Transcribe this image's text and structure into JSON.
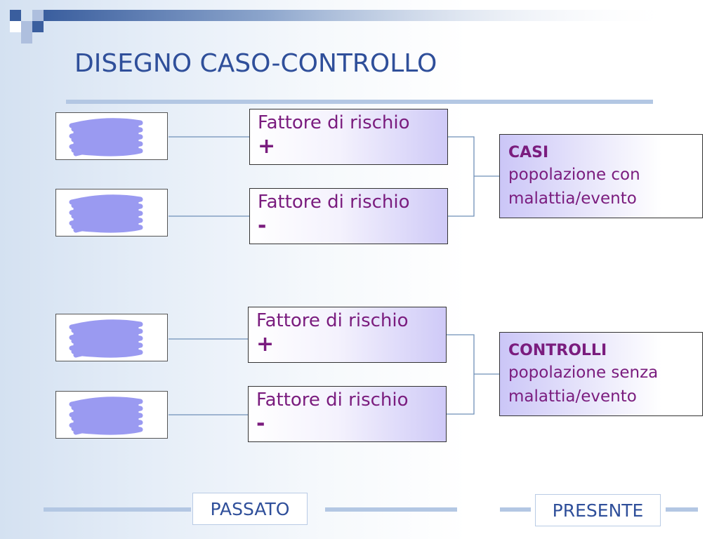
{
  "slide": {
    "title": "DISEGNO CASO-CONTROLLO"
  },
  "diagram": {
    "factor_label": "Fattore di rischio",
    "factors": [
      {
        "sign": "+"
      },
      {
        "sign": "-"
      },
      {
        "sign": "+"
      },
      {
        "sign": "-"
      }
    ],
    "groups": [
      {
        "title": "CASI",
        "line1": "popolazione con",
        "line2": "malattia/evento"
      },
      {
        "title": "CONTROLLI",
        "line1": "popolazione senza",
        "line2": "malattia/evento"
      }
    ]
  },
  "timeline": {
    "past": "PASSATO",
    "present": "PRESENTE"
  },
  "colors": {
    "title": "#2f4f9a",
    "text": "#7a1c7e",
    "scribble": "#8f8ff0",
    "connector": "#6f90b8",
    "accent_bar": "#b3c7e3"
  }
}
